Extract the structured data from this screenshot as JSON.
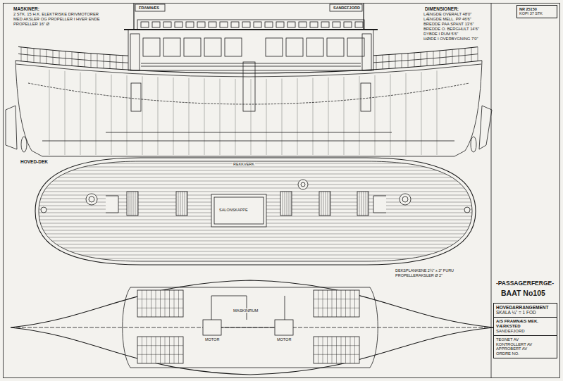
{
  "diagram": {
    "title": "-PASSAGERFERGE-",
    "nodes": [
      {
        "text": [
          "NR 25150",
          "KOPI 37 STK"
        ]
      },
      {
        "text": [
          "HOVEDARRANGEMENT",
          "SKALA ¼\" = 1 FOD"
        ]
      },
      {
        "text": [
          "A/S FRAMNÆS MEK. VÆRKSTED",
          "SANDEFJORD"
        ]
      },
      {
        "text": [
          "TEGNET AV",
          "KONTROLLERT AV",
          "APPROBERT AV",
          "ORDRE NO."
        ]
      }
    ],
    "labels": [
      "MASKINER:",
      "2 STK. 15 H.K. ELEKTRISKE DRIVMOTORER",
      "MED AKSLER OG PROPELLER I HVER ENDE",
      "PROPELLER 16\" Ø",
      "DIMENSIONER:",
      "LÆNGDE OVERALT 48'0\"",
      "LÆNGDE MELL. PP 46'6\"",
      "BREDDE PAA SPANT 13'6\"",
      "BREDDE O. BERGHULT 14'6\"",
      "DYBDE I RUM 5'6\"",
      "HØIDE I OVERBYGNING 7'0\"",
      "FRAMNÆS",
      "SANDEFJORD",
      "HOVED-DEK",
      "REKKVERK",
      "SALONSKAPPE",
      "DEKSPLANKENE 2½\" x 3\" FURU",
      "PROPELLERAKSLER Ø 2\"",
      "MASKINRUM",
      "MOTOR",
      "MOTOR",
      "BAAT No105"
    ]
  }
}
